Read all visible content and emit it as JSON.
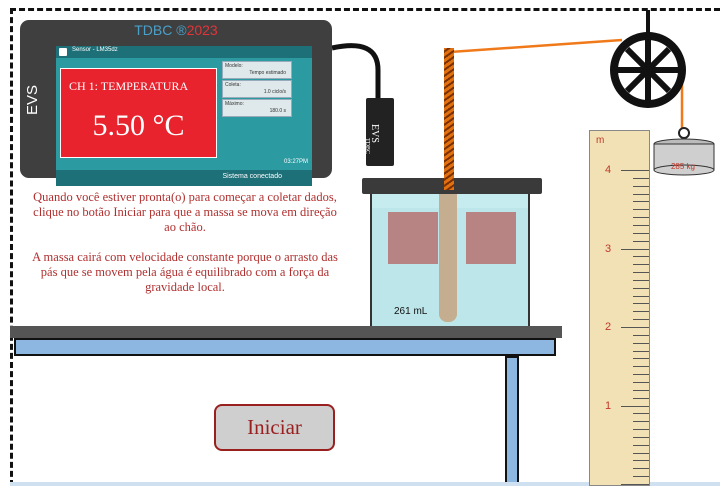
{
  "device": {
    "title": "TDBC ®",
    "year": "2023",
    "brand": "EVS",
    "sensor_label": "Sensor - LM35dz",
    "channel_label": "CH 1: TEMPERATURA",
    "temperature": "5.50 °C",
    "info": [
      {
        "key": "Modelo:",
        "value": "Tempo estimado"
      },
      {
        "key": "Coleta:",
        "value": "1.0 ciclo/s"
      },
      {
        "key": "Máximo:",
        "value": "180.0 s"
      }
    ],
    "time": "03:27PM",
    "status": "Sistema conectado"
  },
  "probe": {
    "brand": "EVS",
    "sub": "TDBC"
  },
  "instructions": {
    "p1": "Quando você estiver pronta(o) para começar a coletar dados, clique no botão Iniciar para que a massa se mova em direção ao chão.",
    "p2": "A massa cairá com velocidade constante porque o arrasto das pás que se movem pela água é equilibrado com a força da gravidade local."
  },
  "beaker": {
    "volume": "261 mL"
  },
  "mass": {
    "label": "285 kg"
  },
  "ruler": {
    "unit": "m",
    "labels": [
      "4",
      "3",
      "2",
      "1"
    ]
  },
  "buttons": {
    "start": "Iniciar"
  },
  "colors": {
    "accent_red": "#e8232e",
    "screen_teal": "#2b9aa1",
    "text_red": "#b03030"
  }
}
